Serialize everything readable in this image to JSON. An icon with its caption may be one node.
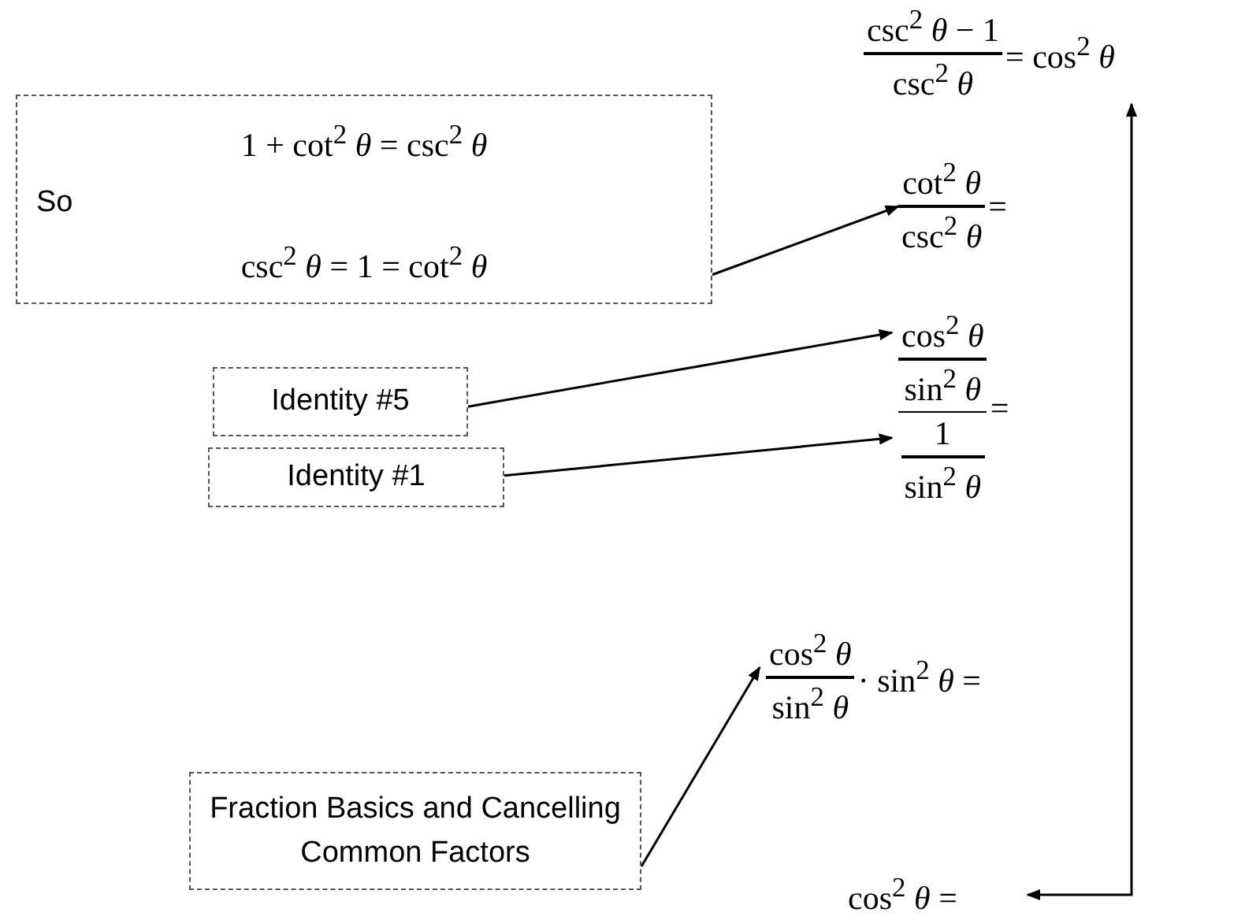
{
  "diagram": {
    "nodes": [
      {
        "text": [
          "1 + cot$^{2}$ *θ* = csc$^{2}$ *θ*",
          "So",
          "csc$^{2}$ *θ* = 1 = cot$^{2}$ *θ*"
        ]
      },
      {
        "text": [
          "Identity #5"
        ]
      },
      {
        "text": [
          "Identity #1"
        ]
      },
      {
        "text": [
          "Fraction Basics and Cancelling Common Factors"
        ]
      },
      {
        "text": [
          "csc$^{2}$ *θ* − 1",
          "csc$^{2}$ *θ*",
          "= cos$^{2}$ *θ*"
        ]
      },
      {
        "text": [
          "cot$^{2}$ *θ*",
          "csc$^{2}$ *θ*",
          "="
        ]
      },
      {
        "text": [
          "cos$^{2}$ *θ*",
          "sin$^{2}$ *θ*",
          "1",
          "sin$^{2}$ *θ*",
          "="
        ]
      },
      {
        "text": [
          "cos$^{2}$ *θ*",
          "sin$^{2}$ *θ*",
          "· sin$^{2}$ *θ* ="
        ]
      },
      {
        "text": [
          "cos$^{2}$ *θ* ="
        ]
      }
    ],
    "edges": [
      {
        "from": 0,
        "to": 5,
        "arrow": "to"
      },
      {
        "from": 1,
        "to": 6,
        "arrow": "to"
      },
      {
        "from": 2,
        "to": 6,
        "arrow": "to"
      },
      {
        "from": 3,
        "to": 7,
        "arrow": "to"
      },
      {
        "from": 8,
        "to": 4,
        "arrow": "both"
      }
    ]
  }
}
